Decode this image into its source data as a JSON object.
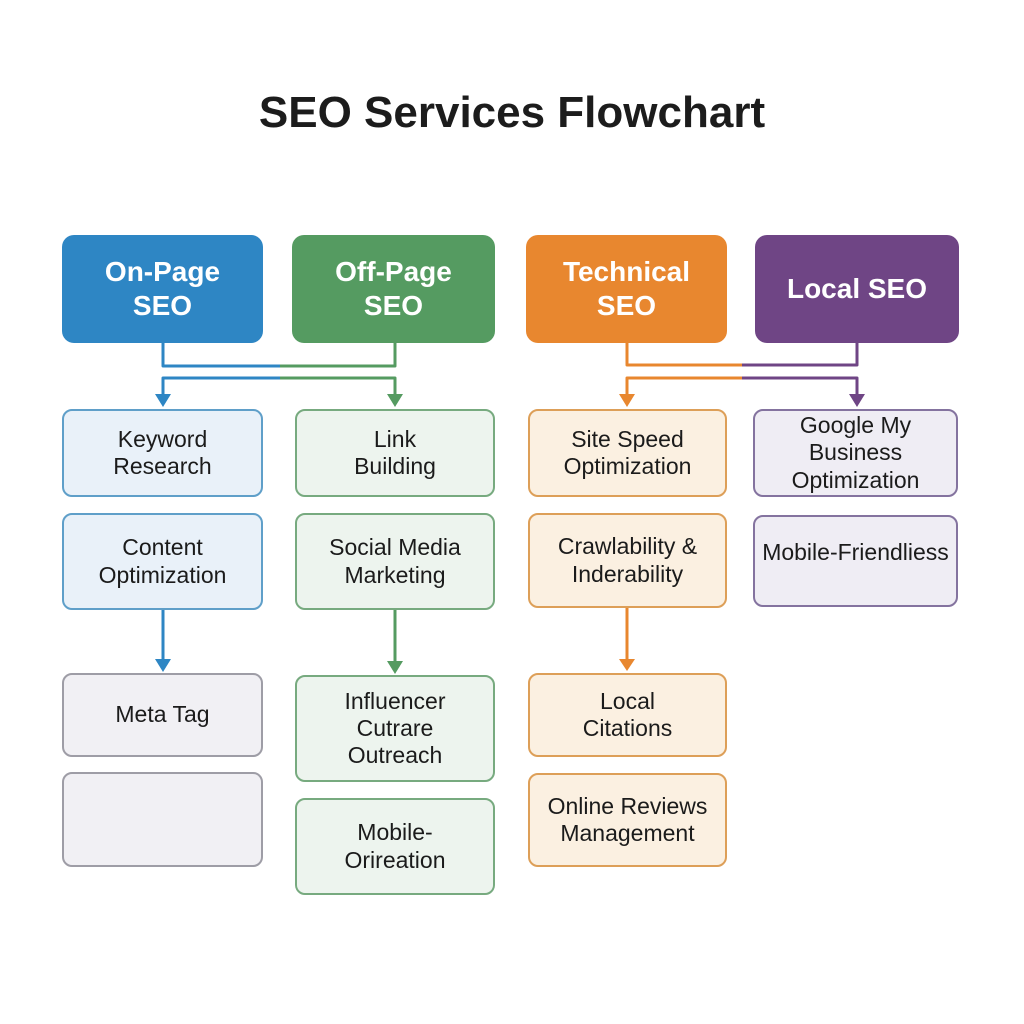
{
  "title": "SEO Services Flowchart",
  "palette": {
    "blue": "#2e86c4",
    "green": "#559b61",
    "orange": "#e8872f",
    "purple": "#6f4585",
    "blue_light": "#e9f1f9",
    "blue_border": "#5f9fc9",
    "green_light": "#edf4ee",
    "green_border": "#77aa7f",
    "orange_light": "#fbf0e1",
    "orange_border": "#dd9f58",
    "purple_light": "#efedf4",
    "purple_border": "#84739f",
    "gray_light": "#f1f0f4",
    "gray_border": "#9e9da6",
    "title_color": "#1c1c1c",
    "box_text_color": "#1b1b1b"
  },
  "columns": [
    {
      "id": "on-page-seo",
      "header": "On-Page\nSEO",
      "color": "#2e86c4",
      "boxes": [
        {
          "label": "Keyword\nResearch"
        },
        {
          "label": "Content\nOptimization"
        },
        {
          "label": "Meta Tag"
        },
        {
          "label": ""
        }
      ]
    },
    {
      "id": "off-page-seo",
      "header": "Off-Page\nSEO",
      "color": "#559b61",
      "boxes": [
        {
          "label": "Link\nBuilding"
        },
        {
          "label": "Social Media\nMarketing"
        },
        {
          "label": "Influencer\nCutrare\nOutreach"
        },
        {
          "label": "Mobile-\nOrireation"
        }
      ]
    },
    {
      "id": "technical-seo",
      "header": "Technical\nSEO",
      "color": "#e8872f",
      "boxes": [
        {
          "label": "Site Speed\nOptimization"
        },
        {
          "label": "Crawlability &\nInderability"
        },
        {
          "label": "Local\nCitations"
        },
        {
          "label": "Online Reviews\nManagement"
        }
      ]
    },
    {
      "id": "local-seo",
      "header": "Local SEO",
      "color": "#6f4585",
      "boxes": [
        {
          "label": "Google My Business\nOptimization"
        },
        {
          "label": "Mobile-Friendliess"
        }
      ]
    }
  ]
}
